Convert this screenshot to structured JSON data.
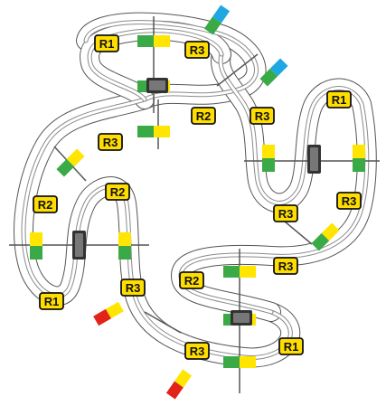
{
  "colors": {
    "background": "#ffffff",
    "outline": "#555555",
    "rail": "#8a8a8a",
    "divider": "#555555",
    "green": "#3aaa46",
    "yellow": "#ffe500",
    "blue": "#1ea7e1",
    "red": "#e2231a",
    "label_fill": "#ffdd00",
    "label_border": "#111111"
  },
  "labels": [
    "R1",
    "R3",
    "R2",
    "R3",
    "R1",
    "R3",
    "R2",
    "R3",
    "R2",
    "R3",
    "R1",
    "R3",
    "R2",
    "R3",
    "R3",
    "R1"
  ],
  "signal_count": 16,
  "train_count": 4,
  "block_count": 15,
  "terminal_signal_colors": [
    "blue",
    "blue",
    "red",
    "red"
  ]
}
